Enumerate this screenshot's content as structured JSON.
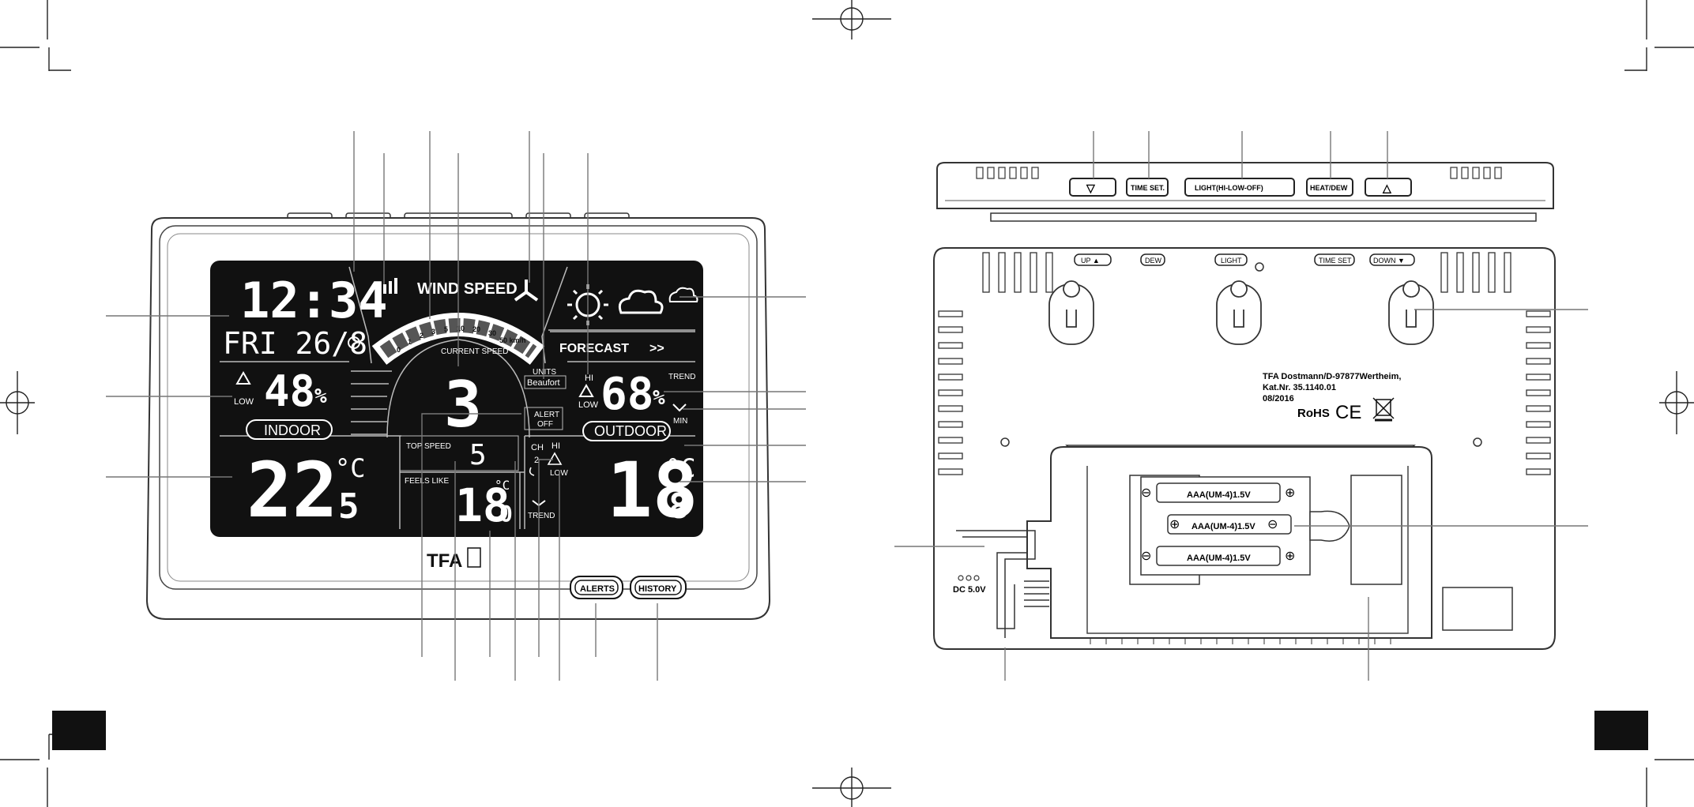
{
  "front": {
    "clock": {
      "time": "12:34",
      "date": "FRI 26/8"
    },
    "wind": {
      "title": "WIND SPEED",
      "scale": [
        "0",
        "1",
        "2",
        "3",
        "5",
        "10",
        "20",
        "30",
        "50 km/h"
      ]
    },
    "forecast": {
      "label": "FORECAST",
      "arrows": ">>"
    },
    "indoor": {
      "humidity": "48",
      "unit_pct": "%",
      "low": "LOW",
      "label": "INDOOR",
      "temp_main": "22",
      "temp_dec": "5",
      "temp_unit": "°C"
    },
    "center": {
      "current_speed": "CURRENT SPEED",
      "speed_value": "3",
      "units_label": "UNITS",
      "units_value": "Beaufort",
      "alert_label": "ALERT",
      "alert_value": "OFF",
      "top_speed": "TOP SPEED",
      "top_value": "5",
      "feels_like": "FEELS LIKE",
      "feels_main": "18",
      "feels_dec": "0",
      "feels_unit": "°C",
      "ch_label": "CH",
      "ch_value": "2",
      "hi": "HI",
      "low": "LOW",
      "trend": "TREND"
    },
    "outdoor": {
      "humidity": "68",
      "unit_pct": "%",
      "hi": "HI",
      "low": "LOW",
      "trend": "TREND",
      "min": "MIN",
      "label": "OUTDOOR",
      "temp_main": "18",
      "temp_dec": "8",
      "temp_unit": "°C"
    },
    "brand": "TFA",
    "buttons": {
      "alerts": "ALERTS",
      "history": "HISTORY"
    }
  },
  "top_view": {
    "buttons": {
      "down": "▽",
      "time_set": "TIME SET.",
      "light": "LIGHT(HI-LOW-OFF)",
      "heat_dew": "HEAT/DEW",
      "up": "△"
    }
  },
  "back": {
    "labels": {
      "up": "UP ▲",
      "dew": "DEW",
      "light": "LIGHT",
      "time_set": "TIME SET",
      "down": "DOWN ▼"
    },
    "info_lines": [
      "TFA Dostmann/D-97877Wertheim,",
      "Kat.Nr. 35.1140.01",
      "08/2016"
    ],
    "marks": {
      "rohs": "RoHS",
      "ce": "CE"
    },
    "batteries": [
      "AAA(UM-4)1.5V",
      "AAA(UM-4)1.5V",
      "AAA(UM-4)1.5V"
    ],
    "dc": "DC 5.0V"
  }
}
